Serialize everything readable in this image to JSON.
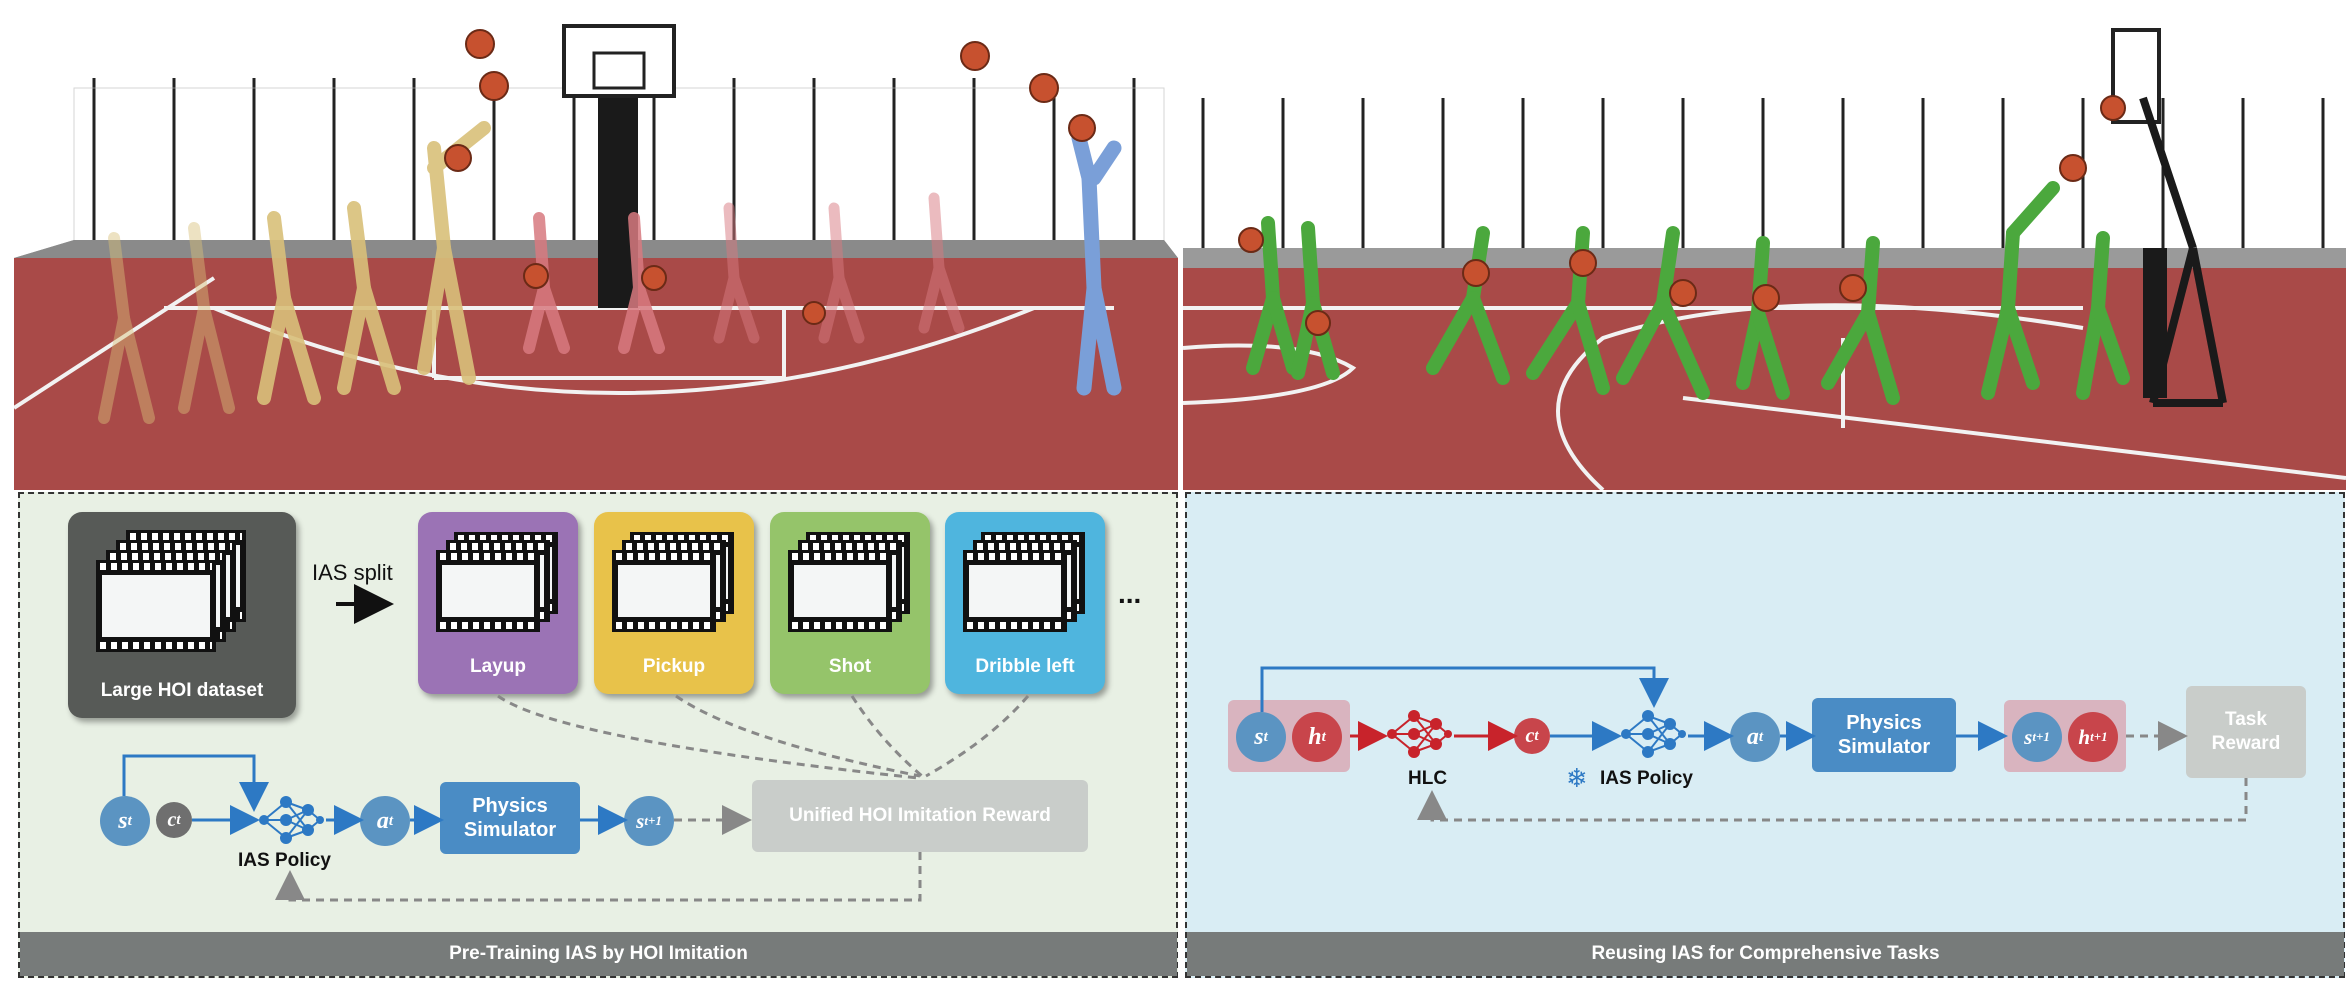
{
  "left_panel": {
    "dataset_label": "Large HOI dataset",
    "split_label": "IAS split",
    "clips": [
      {
        "label": "Layup",
        "color": "#9b73b5"
      },
      {
        "label": "Pickup",
        "color": "#e8c24a"
      },
      {
        "label": "Shot",
        "color": "#95c46a"
      },
      {
        "label": "Dribble left",
        "color": "#4fb5de"
      }
    ],
    "ellipsis": "...",
    "reward_label": "Unified HOI Imitation Reward",
    "policy_label": "IAS Policy",
    "simulator_label": "Physics Simulator",
    "footer": "Pre-Training IAS by HOI Imitation",
    "nodes": {
      "s": "s",
      "s_sub": "t",
      "c": "c",
      "c_sub": "t",
      "a": "a",
      "a_sub": "t",
      "s_next": "s",
      "s_next_sub": "t+1"
    }
  },
  "right_panel": {
    "hlc_label": "HLC",
    "policy_label": "IAS Policy",
    "simulator_label": "Physics Simulator",
    "reward_label": "Task Reward",
    "footer": "Reusing IAS for Comprehensive Tasks",
    "frozen_icon": "snowflake-icon",
    "nodes": {
      "s": "s",
      "s_sub": "t",
      "h": "h",
      "h_sub": "t",
      "c": "c",
      "c_sub": "t",
      "a": "a",
      "a_sub": "t",
      "s_next": "s",
      "s_next_sub": "t+1",
      "h_next": "h",
      "h_next_sub": "t+1"
    }
  },
  "colors": {
    "court_floor": "#a94a48",
    "node_blue": "#5b94c2",
    "node_red": "#c8454b",
    "simulator": "#4a8cc5",
    "reward_box": "#c9cdca",
    "footer": "#777b7a"
  }
}
